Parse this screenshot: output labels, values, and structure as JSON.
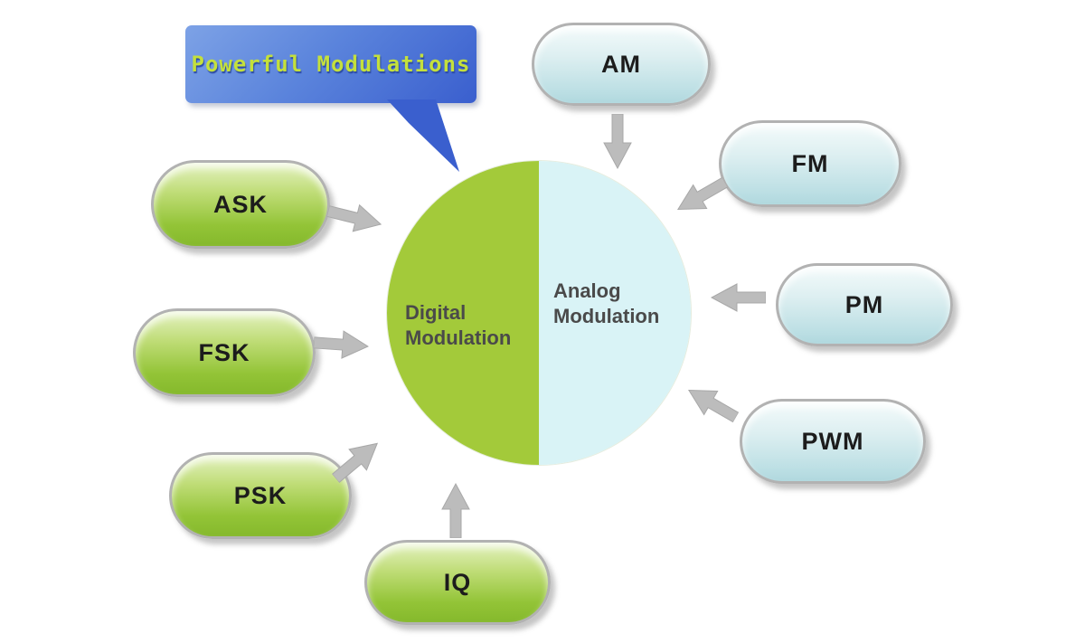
{
  "callout": {
    "label": "Powerful Modulations"
  },
  "center": {
    "digital_label": "Digital Modulation",
    "analog_label": "Analog Modulation"
  },
  "digital_items": [
    {
      "label": "ASK"
    },
    {
      "label": "FSK"
    },
    {
      "label": "PSK"
    },
    {
      "label": "IQ"
    }
  ],
  "analog_items": [
    {
      "label": "AM"
    },
    {
      "label": "FM"
    },
    {
      "label": "PM"
    },
    {
      "label": "PWM"
    }
  ],
  "icons": {
    "arrows": [
      {
        "name": "arrow-ask-icon",
        "direction": "right-down toward circle"
      },
      {
        "name": "arrow-fsk-icon",
        "direction": "right toward circle"
      },
      {
        "name": "arrow-psk-icon",
        "direction": "up-right toward circle"
      },
      {
        "name": "arrow-iq-icon",
        "direction": "up toward circle"
      },
      {
        "name": "arrow-am-icon",
        "direction": "down toward circle"
      },
      {
        "name": "arrow-fm-icon",
        "direction": "down-left toward circle"
      },
      {
        "name": "arrow-pm-icon",
        "direction": "left toward circle"
      },
      {
        "name": "arrow-pwm-icon",
        "direction": "up-left toward circle"
      }
    ]
  },
  "colors": {
    "digital_green": "#a3ca3a",
    "analog_cyan": "#d9f3f6",
    "pill_green": "#93c437",
    "pill_blue": "#cde9ec",
    "callout_blue": "#4a6fd4",
    "callout_text": "#c4e03c",
    "arrow_gray": "#bcbcbc"
  }
}
